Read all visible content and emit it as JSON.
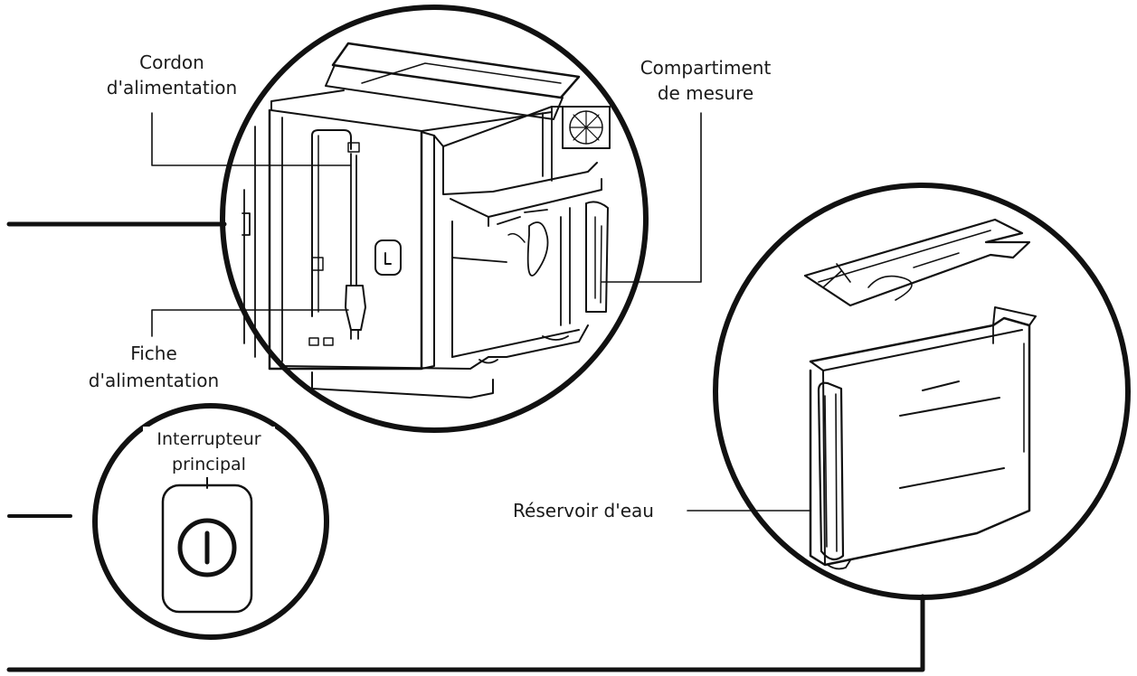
{
  "labels": {
    "power_cord_line1": "Cordon",
    "power_cord_line2": "d'alimentation",
    "measure_line1": "Compartiment",
    "measure_line2": "de mesure",
    "plug_line1": "Fiche",
    "plug_line2": "d'alimentation",
    "switch_line1": "Interrupteur",
    "switch_line2": "principal",
    "tank": "Réservoir d'eau"
  },
  "colors": {
    "stroke": "#111111",
    "background": "#ffffff"
  },
  "icons": [
    "power-switch-icon",
    "fan-vent-icon"
  ]
}
